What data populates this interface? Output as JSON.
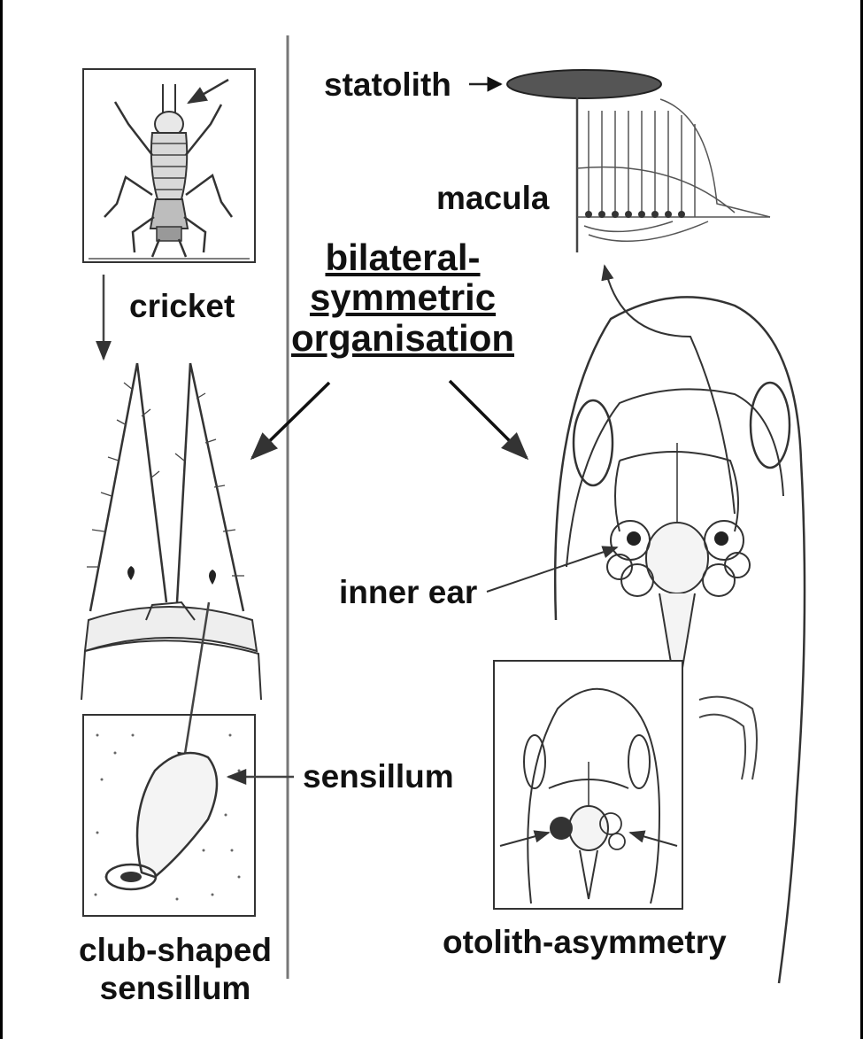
{
  "title": {
    "line1": "bilateral-",
    "line2": "symmetric",
    "line3": "organisation"
  },
  "labels": {
    "statolith": "statolith",
    "macula": "macula",
    "cricket": "cricket",
    "inner_ear": "inner ear",
    "sensillum": "sensillum",
    "club_line1": "club-shaped",
    "club_line2": "sensillum",
    "otolith_asymmetry": "otolith-asymmetry"
  }
}
